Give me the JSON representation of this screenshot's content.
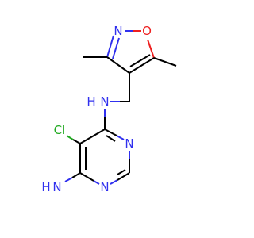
{
  "colors": {
    "carbon": "#000000",
    "nitrogen": "#3030ee",
    "oxygen": "#ee2020",
    "chlorine": "#22aa22",
    "background": "#ffffff"
  },
  "atoms": {
    "isoxazole_n": "N",
    "isoxazole_o": "O",
    "linker_nh": "N",
    "linker_h": "H",
    "chloro": "Cl",
    "pyrimidine_n1": "N",
    "pyrimidine_n3": "N",
    "amine_h": "H",
    "amine_n": "N"
  }
}
